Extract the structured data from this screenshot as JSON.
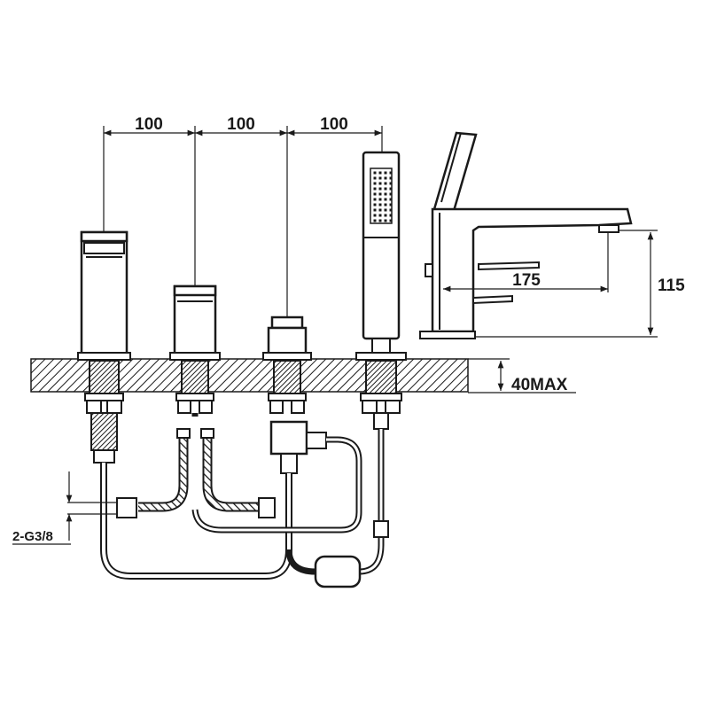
{
  "dimensions": {
    "spacing_1": "100",
    "spacing_2": "100",
    "spacing_3": "100",
    "spout_reach": "175",
    "spout_height": "115",
    "deck_thickness": "40MAX",
    "inlet_connection": "2-G3/8"
  },
  "colors": {
    "line": "#1a1a1a",
    "background": "#ffffff"
  }
}
